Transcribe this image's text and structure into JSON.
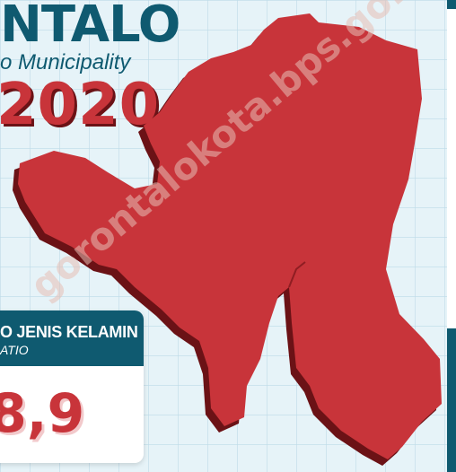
{
  "header": {
    "title": "NTALO",
    "subtitle": "o Municipality",
    "year": "2020"
  },
  "card": {
    "title": "O JENIS KELAMIN",
    "subtitle": "ATIO",
    "value": "8,9"
  },
  "watermark": "gorontalokota.bps.go.id",
  "colors": {
    "brand_teal": "#0f5a70",
    "map_red": "#c8343a",
    "map_shadow": "#6b1216",
    "grid_bg": "#e6f3f8",
    "grid_line": "#bddbe8"
  }
}
